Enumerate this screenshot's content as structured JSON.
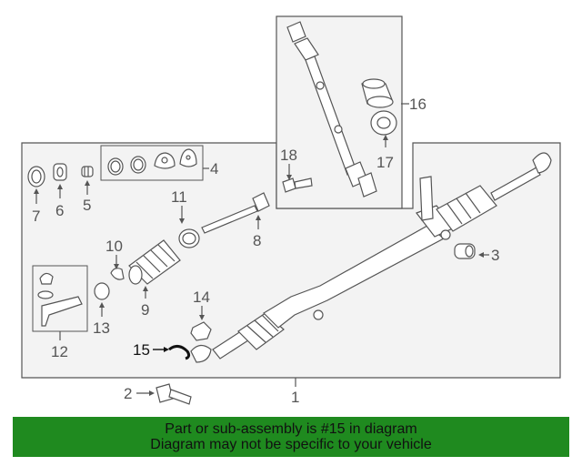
{
  "diagram": {
    "callouts": {
      "c1": "1",
      "c2": "2",
      "c3": "3",
      "c4": "4",
      "c5": "5",
      "c6": "6",
      "c7": "7",
      "c8": "8",
      "c9": "9",
      "c10": "10",
      "c11": "11",
      "c12": "12",
      "c13": "13",
      "c14": "14",
      "c15": "15",
      "c16": "16",
      "c17": "17",
      "c18": "18"
    },
    "highlighted_part": "15"
  },
  "banner": {
    "line1": "Part or sub-assembly is #15 in diagram",
    "line2": "Diagram may not be specific to your vehicle",
    "color": "#1f8a1f"
  },
  "colors": {
    "line": "#555555",
    "background": "#ffffff",
    "panel": "#f3f3f3"
  }
}
